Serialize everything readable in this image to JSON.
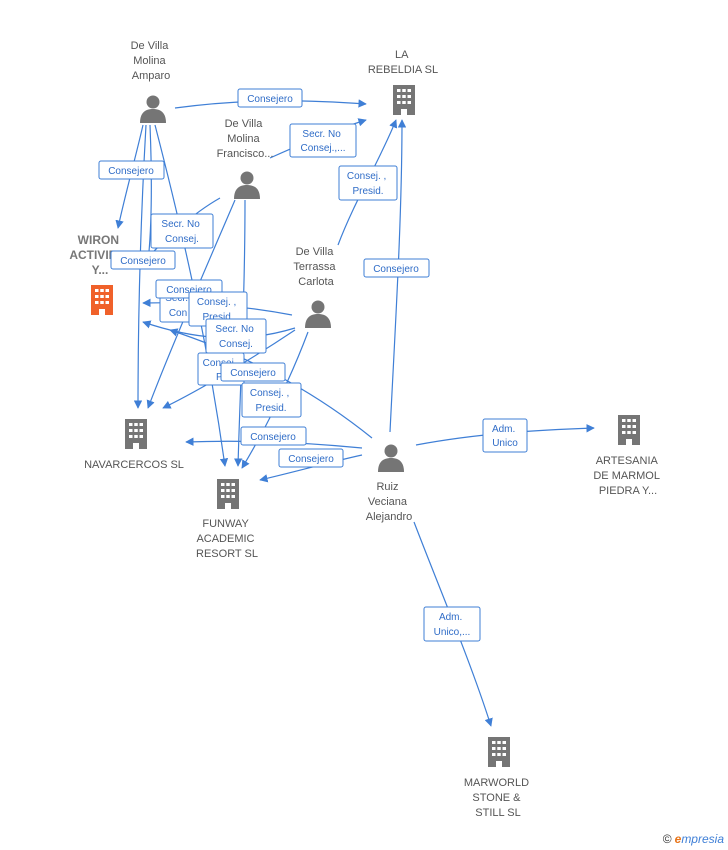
{
  "nodes": [
    {
      "id": "de_villa_amparo",
      "type": "person",
      "lines": [
        "De Villa",
        "Molina",
        "Amparo"
      ]
    },
    {
      "id": "de_villa_francisco",
      "type": "person",
      "lines": [
        "De Villa",
        "Molina",
        "Francisco..."
      ]
    },
    {
      "id": "de_villa_carlota",
      "type": "person",
      "lines": [
        "De Villa",
        "Terrassa",
        "Carlota"
      ]
    },
    {
      "id": "ruiz_veciana",
      "type": "person",
      "lines": [
        "Ruiz",
        "Veciana",
        "Alejandro"
      ]
    },
    {
      "id": "la_rebeldia",
      "type": "company",
      "lines": [
        "LA",
        "REBELDIA SL"
      ]
    },
    {
      "id": "wiron",
      "type": "company-focus",
      "lines": [
        "WIRON",
        "ACTIVID...",
        "Y..."
      ]
    },
    {
      "id": "navarcercos",
      "type": "company",
      "lines": [
        "NAVARCERCOS SL"
      ]
    },
    {
      "id": "funway",
      "type": "company",
      "lines": [
        "FUNWAY",
        "ACADEMIC",
        "RESORT  SL"
      ]
    },
    {
      "id": "artesania",
      "type": "company",
      "lines": [
        "ARTESANIA",
        "DE MARMOL",
        "PIEDRA Y..."
      ]
    },
    {
      "id": "marworld",
      "type": "company",
      "lines": [
        "MARWORLD",
        "STONE &",
        "STILL  SL"
      ]
    }
  ],
  "edge_labels": [
    {
      "id": "amparo-rebeldia",
      "lines": [
        "Consejero"
      ]
    },
    {
      "id": "francisco-rebeldia",
      "lines": [
        "Secr.  No",
        "Consej.,..."
      ]
    },
    {
      "id": "amparo-wiron",
      "lines": [
        "Consejero"
      ]
    },
    {
      "id": "francisco-wiron",
      "lines": [
        "Secr.  No",
        "Consej."
      ]
    },
    {
      "id": "carlota-rebeldia",
      "lines": [
        "Consej. ,",
        "Presid."
      ]
    },
    {
      "id": "ruiz-rebeldia",
      "lines": [
        "Consejero"
      ]
    },
    {
      "id": "wiron-consejero",
      "lines": [
        "Consejero"
      ]
    },
    {
      "id": "wiron-hidden-1",
      "lines": [
        "Secr."
      ]
    },
    {
      "id": "wiron-hidden-2",
      "lines": [
        "Con"
      ]
    },
    {
      "id": "carlota-wiron",
      "lines": [
        "Consej. ,",
        "Presid."
      ]
    },
    {
      "id": "carlota-navar",
      "lines": [
        "Secr.  No",
        "Consej."
      ]
    },
    {
      "id": "hidden-consej",
      "lines": [
        "Consej.",
        "Pr"
      ]
    },
    {
      "id": "francisco-funway",
      "lines": [
        "Consejero"
      ]
    },
    {
      "id": "carlota-funway",
      "lines": [
        "Consej. ,",
        "Presid."
      ]
    },
    {
      "id": "ruiz-navar",
      "lines": [
        "Consejero"
      ]
    },
    {
      "id": "ruiz-funway",
      "lines": [
        "Consejero"
      ]
    },
    {
      "id": "ruiz-artesania",
      "lines": [
        "Adm.",
        "Unico"
      ]
    },
    {
      "id": "ruiz-marworld",
      "lines": [
        "Adm.",
        "Unico,..."
      ]
    }
  ],
  "copyright": {
    "symbol": "©",
    "brand_first": "e",
    "brand_rest": "mpresia"
  },
  "colors": {
    "edge": "#3f7fd6",
    "person": "#757575",
    "company": "#757575",
    "focus": "#f0612a"
  }
}
